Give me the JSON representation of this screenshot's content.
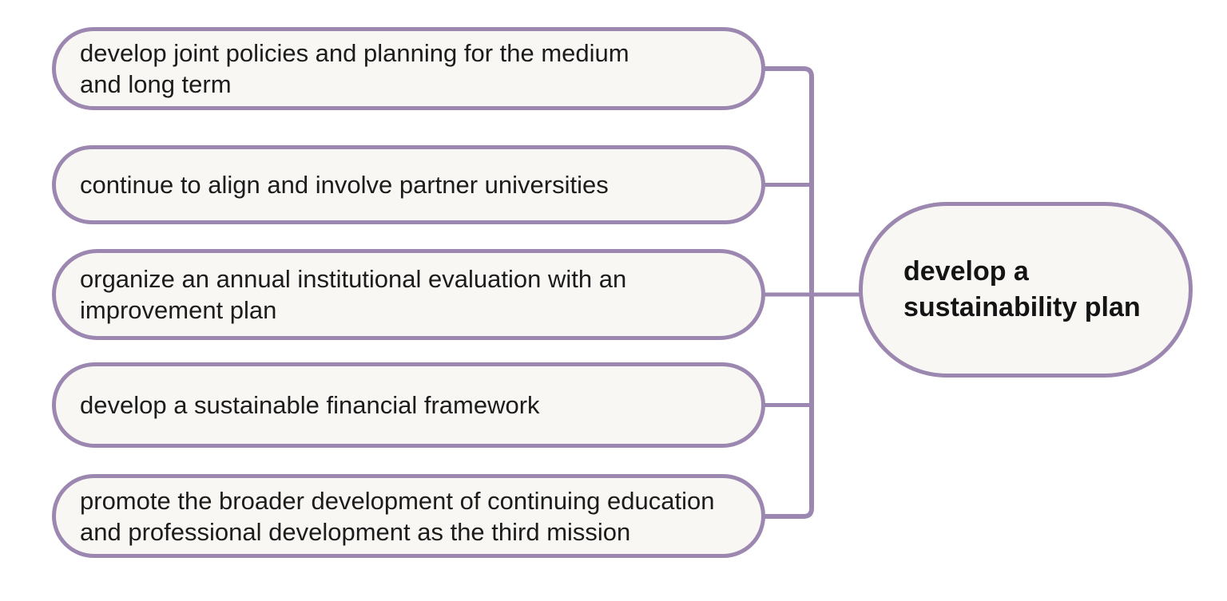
{
  "theme": {
    "background": "#ffffff",
    "box_fill": "#f8f7f4",
    "box_border": "#9b87b0",
    "connector_color": "#9b87b0",
    "action_text_color": "#1c1c1c",
    "goal_text_color": "#141414"
  },
  "diagram": {
    "type": "converging-actions-diagram",
    "actions": [
      {
        "label": "develop joint policies and planning for the medium\nand long term"
      },
      {
        "label": "continue to align and involve partner universities"
      },
      {
        "label": "organize an annual institutional evaluation with an\nimprovement plan"
      },
      {
        "label": "develop a sustainable financial framework"
      },
      {
        "label": "promote the broader development of continuing education\nand professional development as the third mission"
      }
    ],
    "goal": {
      "label": "develop a\nsustainability plan"
    }
  }
}
